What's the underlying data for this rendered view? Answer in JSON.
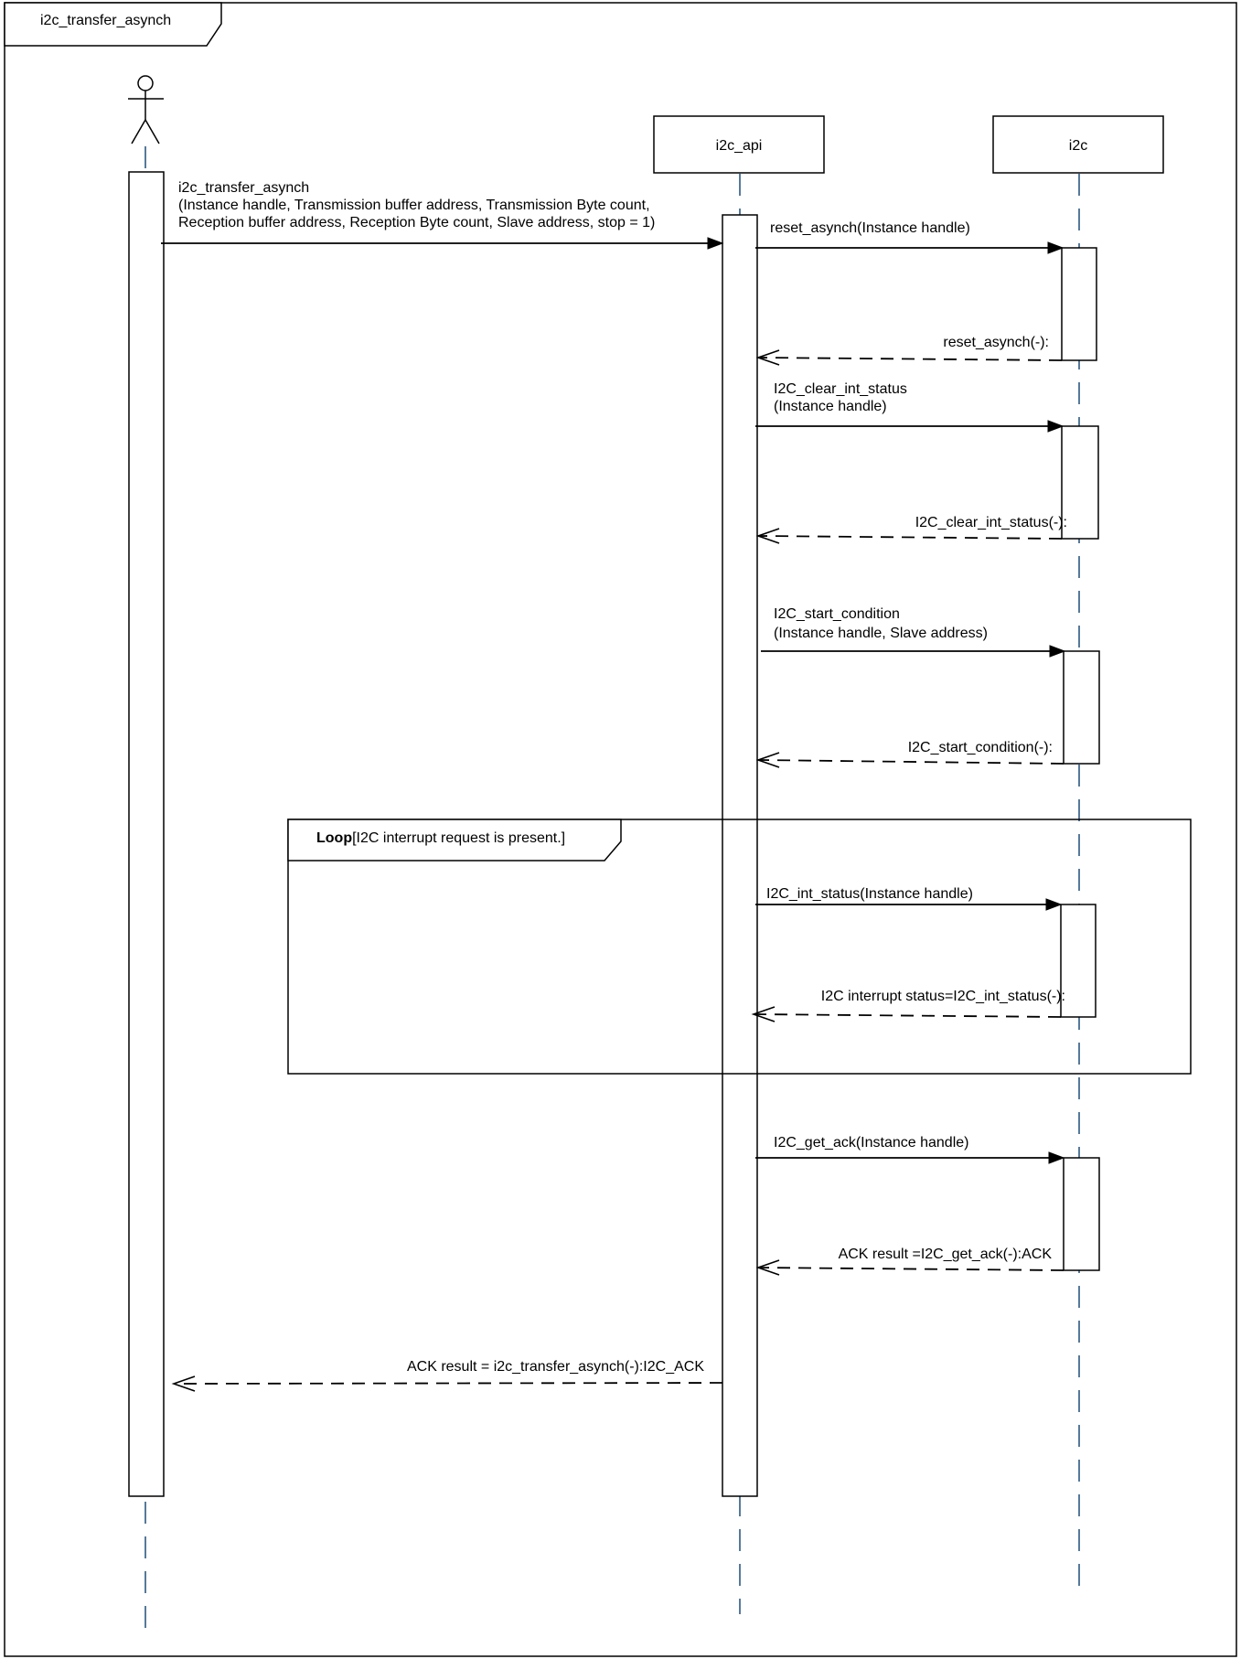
{
  "frame": {
    "title": "i2c_transfer_asynch"
  },
  "lifelines": {
    "actor": {
      "label": ""
    },
    "api": {
      "label": "i2c_api"
    },
    "i2c": {
      "label": "i2c"
    }
  },
  "messages": {
    "transfer_call": [
      "i2c_transfer_asynch",
      "(Instance handle, Transmission buffer address, Transmission Byte count,",
      "Reception buffer address, Reception Byte count, Slave address, stop = 1)"
    ],
    "reset_call": [
      "reset_asynch(Instance handle)"
    ],
    "reset_return": [
      "reset_asynch(-):"
    ],
    "clear_call": [
      "I2C_clear_int_status",
      "(Instance handle)"
    ],
    "clear_return": [
      "I2C_clear_int_status(-):"
    ],
    "start_call": [
      "I2C_start_condition",
      "(Instance handle, Slave address)"
    ],
    "start_return": [
      "I2C_start_condition(-):"
    ],
    "int_call": [
      "I2C_int_status(Instance handle)"
    ],
    "int_return": [
      "I2C interrupt status=I2C_int_status(-):"
    ],
    "ack_call": [
      "I2C_get_ack(Instance handle)"
    ],
    "ack_return": [
      "ACK result =I2C_get_ack(-):ACK"
    ],
    "transfer_return": [
      "ACK result  = i2c_transfer_asynch(-):I2C_ACK"
    ]
  },
  "loop": {
    "keyword": "Loop",
    "guard": "[I2C interrupt request is present.]"
  }
}
